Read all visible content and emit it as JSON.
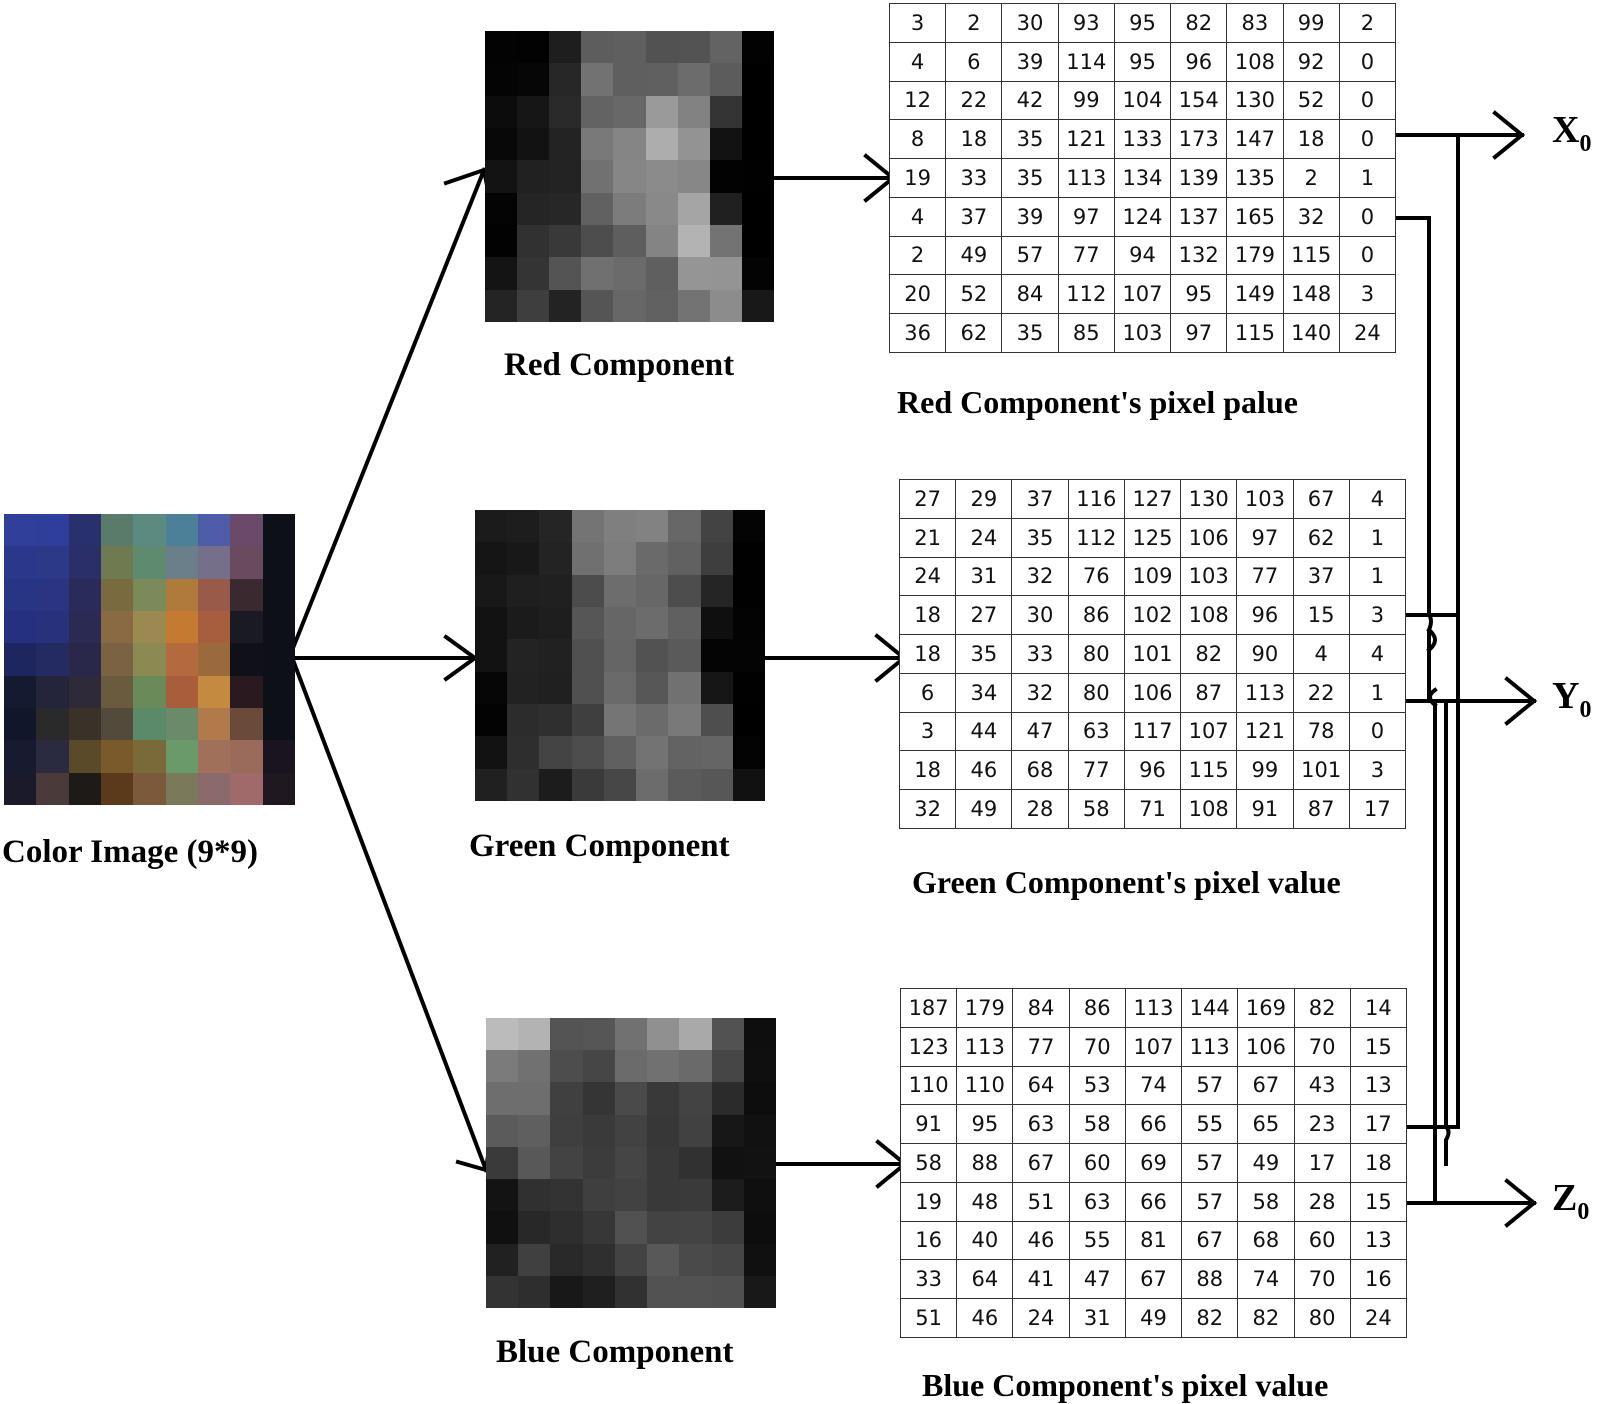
{
  "color_image": {
    "label": "Color Image (9*9)",
    "pixels": [
      [
        "#2f3f9a",
        "#2e3e9a",
        "#29306e",
        "#5a7a6a",
        "#5a8a80",
        "#4b8098",
        "#4e5da8",
        "#6a4a6a",
        "#0e1018"
      ],
      [
        "#2a378a",
        "#2c3988",
        "#2a2f6a",
        "#6f7a50",
        "#5e8a70",
        "#6a7f8a",
        "#756f8a",
        "#6a4a5e",
        "#0e1018"
      ],
      [
        "#283484",
        "#2a3480",
        "#2a2b5a",
        "#7a6a40",
        "#7a8a5a",
        "#b07a3a",
        "#9a5a4a",
        "#3a2a30",
        "#0e1018"
      ],
      [
        "#263080",
        "#27317c",
        "#2a2a52",
        "#8a6a42",
        "#9a8a50",
        "#c47a30",
        "#a65e3e",
        "#1a1a24",
        "#0e1018"
      ],
      [
        "#1e2660",
        "#242a62",
        "#2a284a",
        "#7a6242",
        "#8a8a52",
        "#b26a3e",
        "#9a6a3a",
        "#101018",
        "#0e1018"
      ],
      [
        "#141a30",
        "#24243a",
        "#2e2a3a",
        "#6a5a3e",
        "#6a8a5a",
        "#a85e3a",
        "#c48a40",
        "#2a1a20",
        "#0e1018"
      ],
      [
        "#12162a",
        "#2a2a2a",
        "#3a3228",
        "#524a3a",
        "#5a8a6a",
        "#6a8a6a",
        "#b07a4a",
        "#6a4a3a",
        "#0e1018"
      ],
      [
        "#181a30",
        "#2a2a40",
        "#5a4a2a",
        "#7a5a2a",
        "#7a6a3a",
        "#6a9a6a",
        "#a0705a",
        "#9a6a5a",
        "#1a1420"
      ],
      [
        "#1a1a2a",
        "#4a3a3a",
        "#1e1a18",
        "#5a3a1a",
        "#7a5a3a",
        "#7a7a5a",
        "#8a6a6a",
        "#a06a6a",
        "#201820"
      ]
    ]
  },
  "red": {
    "label": "Red Component",
    "table_label": "Red Component's pixel palue",
    "values": [
      [
        3,
        2,
        30,
        93,
        95,
        82,
        83,
        99,
        2
      ],
      [
        4,
        6,
        39,
        114,
        95,
        96,
        108,
        92,
        0
      ],
      [
        12,
        22,
        42,
        99,
        104,
        154,
        130,
        52,
        0
      ],
      [
        8,
        18,
        35,
        121,
        133,
        173,
        147,
        18,
        0
      ],
      [
        19,
        33,
        35,
        113,
        134,
        139,
        135,
        2,
        1
      ],
      [
        4,
        37,
        39,
        97,
        124,
        137,
        165,
        32,
        0
      ],
      [
        2,
        49,
        57,
        77,
        94,
        132,
        179,
        115,
        0
      ],
      [
        20,
        52,
        84,
        112,
        107,
        95,
        149,
        148,
        3
      ],
      [
        36,
        62,
        35,
        85,
        103,
        97,
        115,
        140,
        24
      ]
    ]
  },
  "green": {
    "label": "Green Component",
    "table_label": "Green Component's pixel value",
    "values": [
      [
        27,
        29,
        37,
        116,
        127,
        130,
        103,
        67,
        4
      ],
      [
        21,
        24,
        35,
        112,
        125,
        106,
        97,
        62,
        1
      ],
      [
        24,
        31,
        32,
        76,
        109,
        103,
        77,
        37,
        1
      ],
      [
        18,
        27,
        30,
        86,
        102,
        108,
        96,
        15,
        3
      ],
      [
        18,
        35,
        33,
        80,
        101,
        82,
        90,
        4,
        4
      ],
      [
        6,
        34,
        32,
        80,
        106,
        87,
        113,
        22,
        1
      ],
      [
        3,
        44,
        47,
        63,
        117,
        107,
        121,
        78,
        0
      ],
      [
        18,
        46,
        68,
        77,
        96,
        115,
        99,
        101,
        3
      ],
      [
        32,
        49,
        28,
        58,
        71,
        108,
        91,
        87,
        17
      ]
    ]
  },
  "blue": {
    "label": "Blue Component",
    "table_label": "Blue Component's pixel value",
    "values": [
      [
        187,
        179,
        84,
        86,
        113,
        144,
        169,
        82,
        14
      ],
      [
        123,
        113,
        77,
        70,
        107,
        113,
        106,
        70,
        15
      ],
      [
        110,
        110,
        64,
        53,
        74,
        57,
        67,
        43,
        13
      ],
      [
        91,
        95,
        63,
        58,
        66,
        55,
        65,
        23,
        17
      ],
      [
        58,
        88,
        67,
        60,
        69,
        57,
        49,
        17,
        18
      ],
      [
        19,
        48,
        51,
        63,
        66,
        57,
        58,
        28,
        15
      ],
      [
        16,
        40,
        46,
        55,
        81,
        67,
        68,
        60,
        13
      ],
      [
        33,
        64,
        41,
        47,
        67,
        88,
        74,
        70,
        16
      ],
      [
        51,
        46,
        24,
        31,
        49,
        82,
        82,
        80,
        24
      ]
    ]
  },
  "outputs": {
    "x": "X",
    "y": "Y",
    "z": "Z",
    "subscript": "0"
  }
}
